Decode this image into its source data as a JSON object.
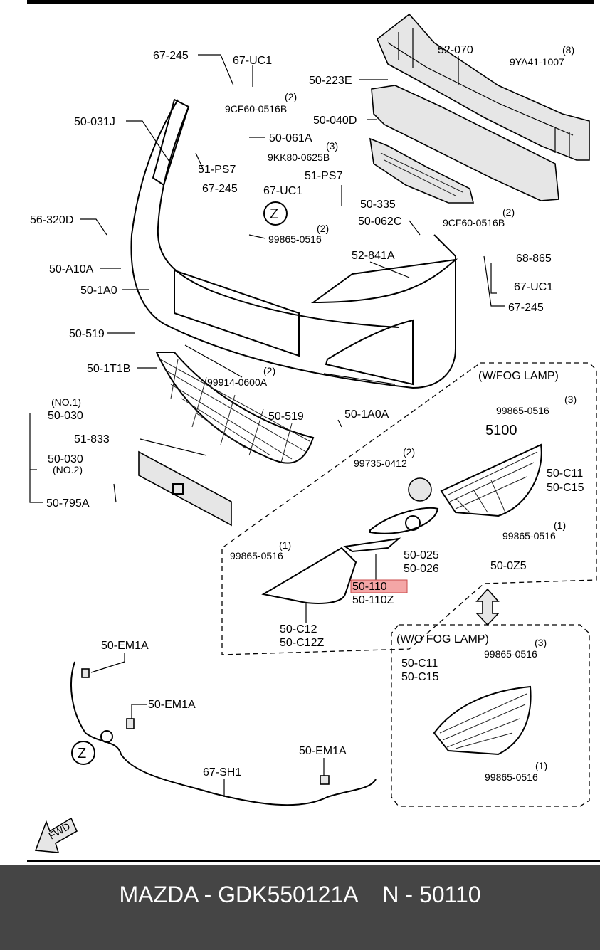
{
  "labels": {
    "l_67245_a": "67-245",
    "l_67uc1_a": "67-UC1",
    "l_52070": "52-070",
    "l_8": "(8)",
    "l_9ya41": "9YA41-1007",
    "l_50223e": "50-223E",
    "l_2_a": "(2)",
    "l_9cf60_a": "9CF60-0516B",
    "l_50031j": "50-031J",
    "l_50040d": "50-040D",
    "l_50061a": "50-061A",
    "l_3_a": "(3)",
    "l_9kk80": "9KK80-0625B",
    "l_51ps7_a": "51-PS7",
    "l_51ps7_b": "51-PS7",
    "l_67245_b": "67-245",
    "l_67uc1_b": "67-UC1",
    "l_z_a": "Z",
    "l_56320d": "56-320D",
    "l_2_b": "(2)",
    "l_99865_a": "99865-0516",
    "l_50335": "50-335",
    "l_50062c": "50-062C",
    "l_2_c": "(2)",
    "l_9cf60_b": "9CF60-0516B",
    "l_68865": "68-865",
    "l_50a10a": "50-A10A",
    "l_52841a": "52-841A",
    "l_501a0": "50-1A0",
    "l_67uc1_c": "67-UC1",
    "l_67245_c": "67-245",
    "l_50519_a": "50-519",
    "l_501t1b": "50-1T1B",
    "l_2_d": "(2)",
    "l_99914": "99914-0600A",
    "l_wfog": "(W/FOG LAMP)",
    "l_no1": "(NO.1)",
    "l_50030_a": "50-030",
    "l_3_b": "(3)",
    "l_99865_b": "99865-0516",
    "l_50519_b": "50-519",
    "l_501a0a": "50-1A0A",
    "l_5100": "5100",
    "l_51833": "51-833",
    "l_2_e": "(2)",
    "l_50030_b": "50-030",
    "l_99735": "99735-0412",
    "l_no2": "(NO.2)",
    "l_50c11_a": "50-C11",
    "l_50c15_a": "50-C15",
    "l_50795a": "50-795A",
    "l_1_a": "(1)",
    "l_99865_c": "99865-0516",
    "l_1_b": "(1)",
    "l_99865_d": "99865-0516",
    "l_50025": "50-025",
    "l_50026": "50-026",
    "l_50z5": "50-0Z5",
    "l_50110": "50-110",
    "l_50110z": "50-110Z",
    "l_50c12": "50-C12",
    "l_50c12z": "50-C12Z",
    "l_50em1a_a": "50-EM1A",
    "l_wofog": "(W/O FOG LAMP)",
    "l_3_c": "(3)",
    "l_99865_e": "99865-0516",
    "l_50c11_b": "50-C11",
    "l_50c15_b": "50-C15",
    "l_50em1a_b": "50-EM1A",
    "l_z_b": "Z",
    "l_50em1a_c": "50-EM1A",
    "l_67sh1": "67-SH1",
    "l_1_c": "(1)",
    "l_99865_f": "99865-0516",
    "l_fwd": "FWD"
  },
  "highlight": {
    "part": "50-110",
    "color": "#f4a6a6"
  },
  "footer": {
    "text": "MAZDA - GDK550121A    N - 50110",
    "background": "#454545",
    "color": "#ffffff"
  }
}
